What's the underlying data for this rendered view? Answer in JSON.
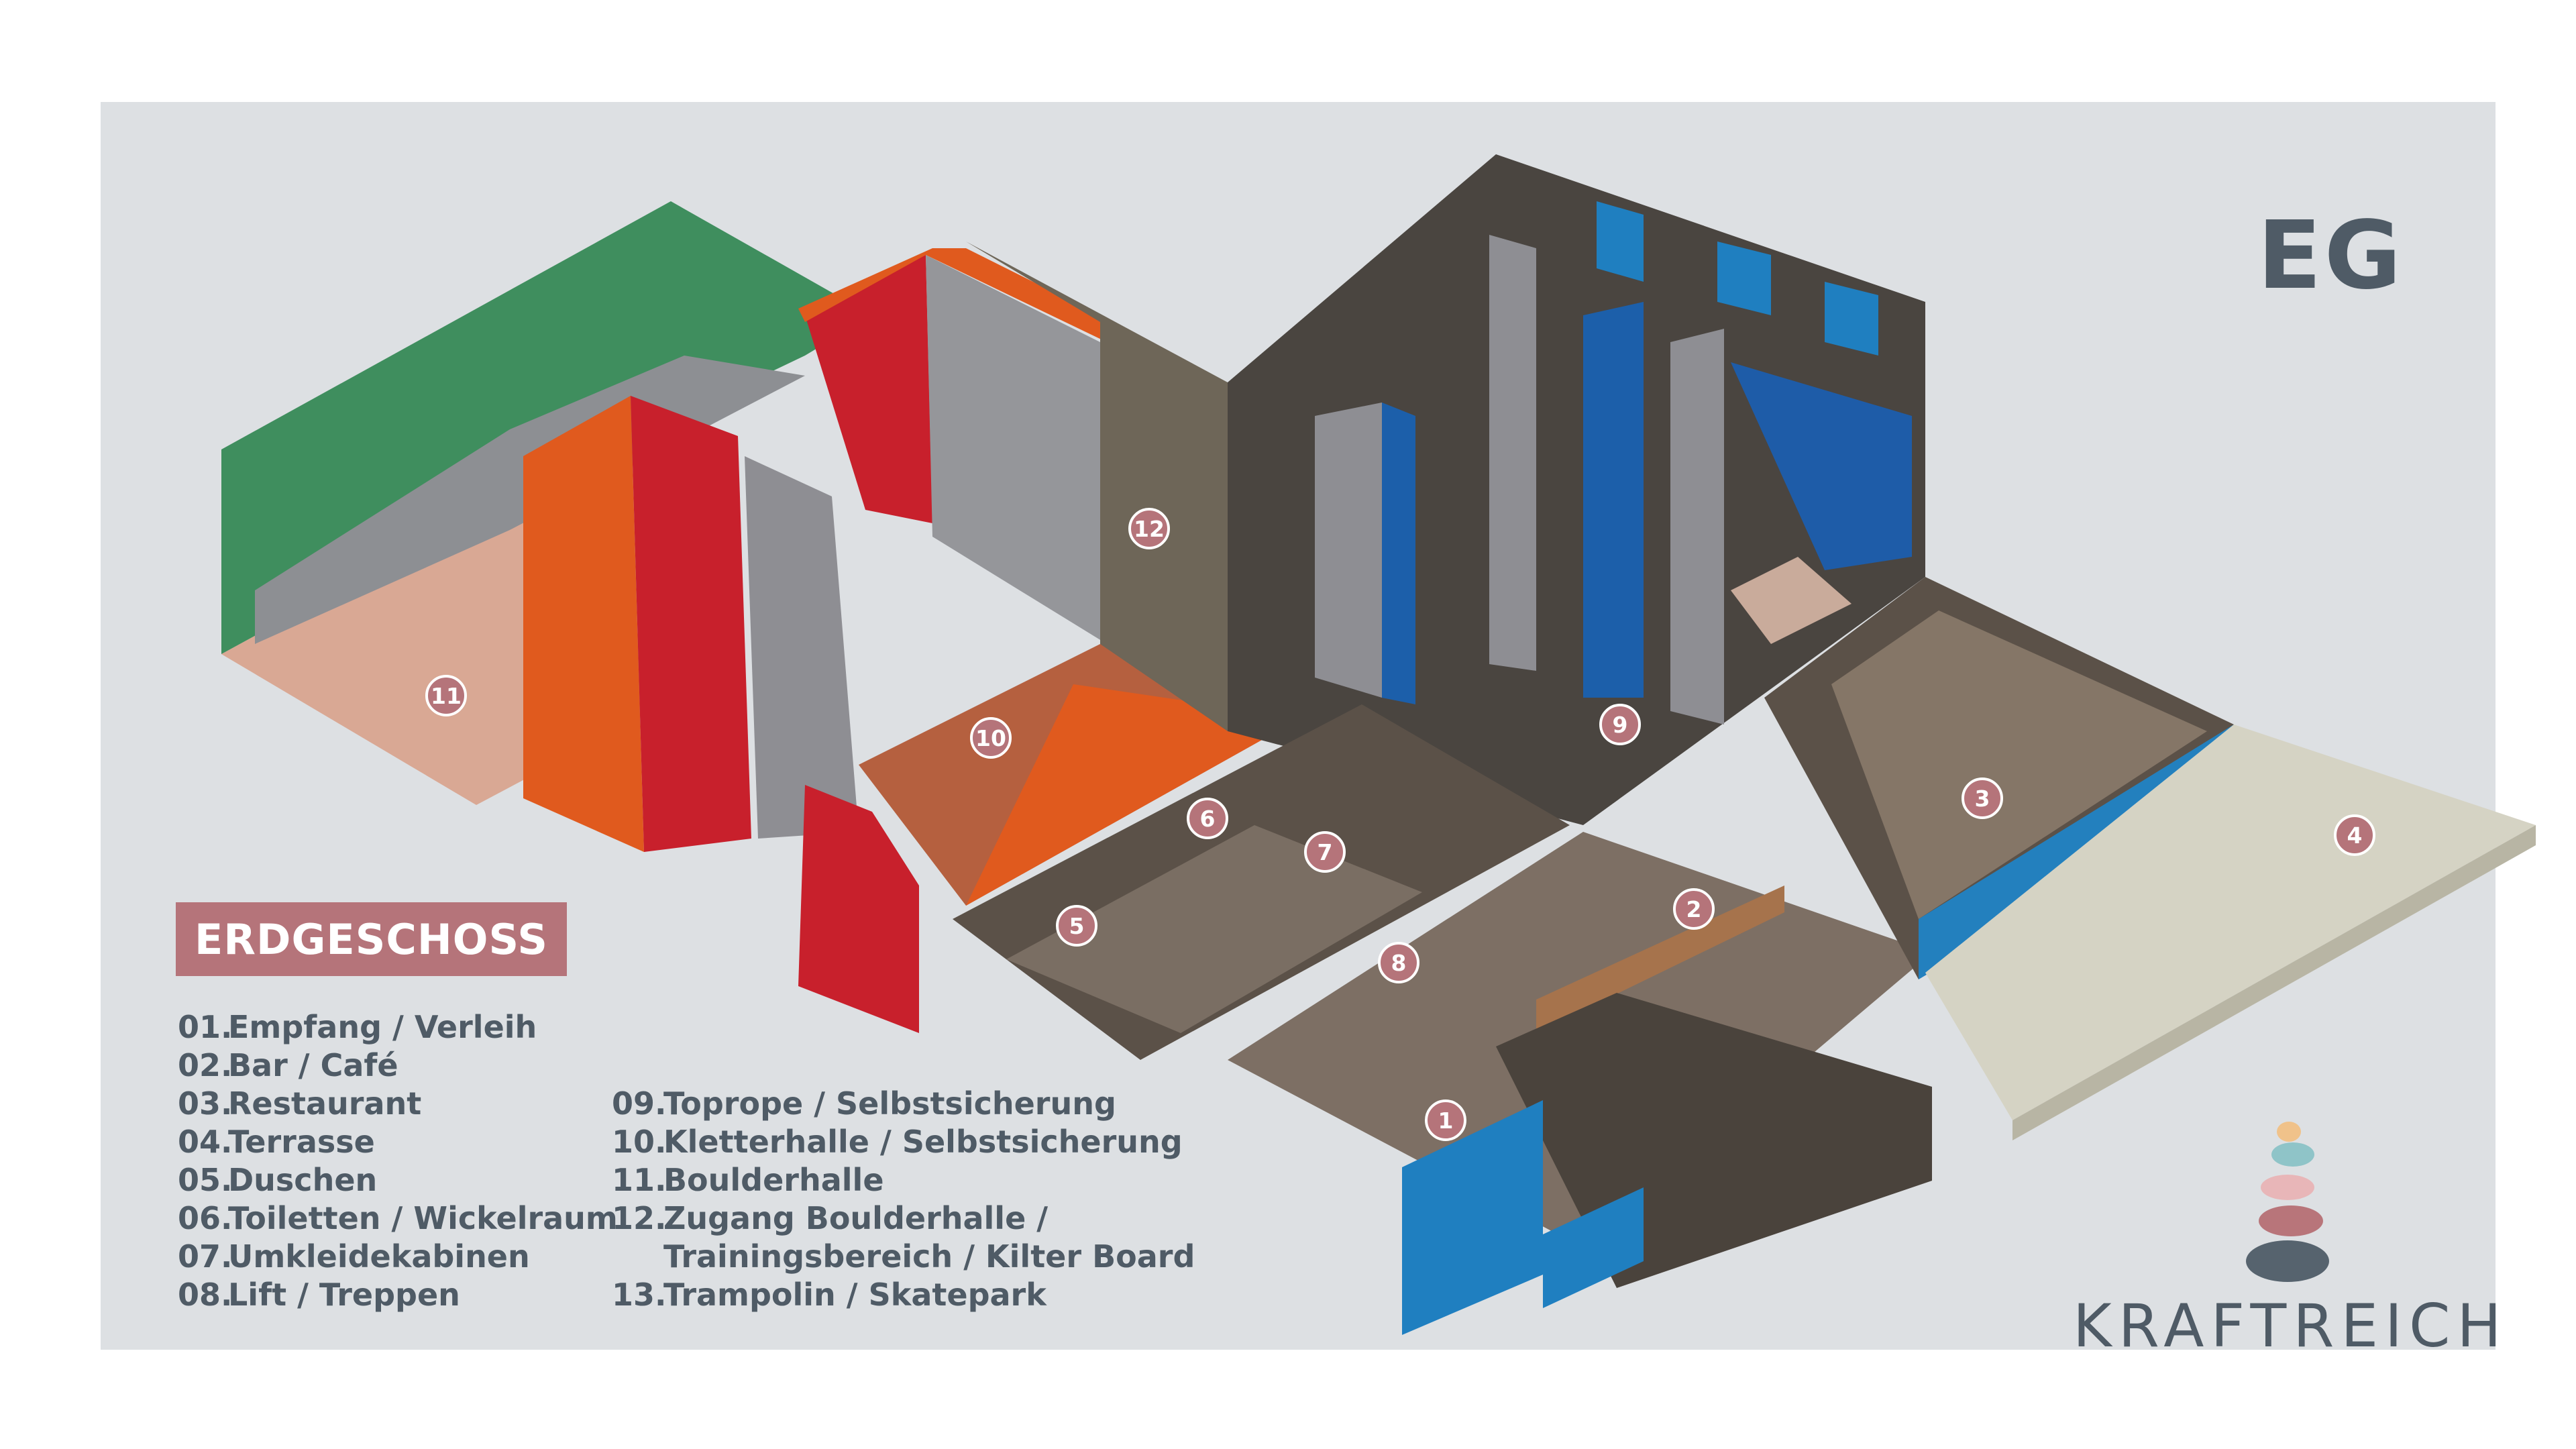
{
  "floor_label": "EG",
  "badge": "ERDGESCHOSS",
  "brand": "KRAFTREICH",
  "legend_left": [
    {
      "num": "01.",
      "label": "Empfang / Verleih"
    },
    {
      "num": "02.",
      "label": "Bar / Café"
    },
    {
      "num": "03.",
      "label": "Restaurant"
    },
    {
      "num": "04.",
      "label": "Terrasse"
    },
    {
      "num": "05.",
      "label": "Duschen"
    },
    {
      "num": "06.",
      "label": "Toiletten / Wickelraum"
    },
    {
      "num": "07.",
      "label": "Umkleidekabinen"
    },
    {
      "num": "08.",
      "label": "Lift / Treppen"
    }
  ],
  "legend_right": [
    {
      "num": "09.",
      "label": "Toprope / Selbstsicherung"
    },
    {
      "num": "10.",
      "label": "Kletterhalle / Selbstsicherung"
    },
    {
      "num": "11.",
      "label": "Boulderhalle"
    },
    {
      "num": "12.",
      "label": "Zugang Boulderhalle /"
    },
    {
      "num": "",
      "label": "Trainingsbereich / Kilter Board"
    },
    {
      "num": "13.",
      "label": "Trampolin / Skatepark"
    }
  ],
  "markers": [
    "1",
    "2",
    "3",
    "4",
    "5",
    "6",
    "7",
    "8",
    "9",
    "10",
    "11",
    "12"
  ],
  "colors": {
    "panel": "#dde0e3",
    "text": "#4f5b66",
    "accent": "#b5747a",
    "boulder_wall": "#3f8e5e",
    "lead_wall_red": "#c8202c",
    "lead_wall_orange": "#e05a1e",
    "dark_hall": "#4a4540",
    "glass": "#1f7fc0",
    "terrace": "#d5d3c4"
  }
}
